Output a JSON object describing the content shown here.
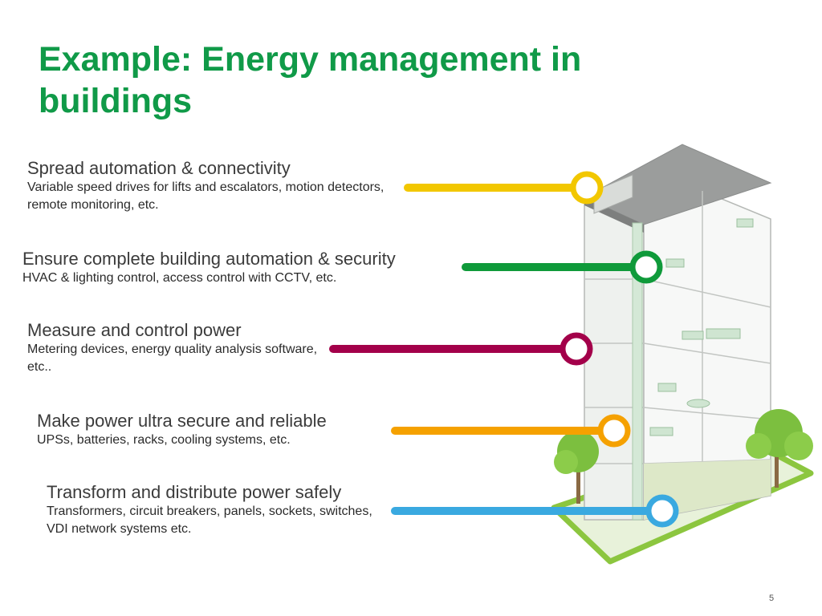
{
  "slide": {
    "title": "Example: Energy management in buildings",
    "page_number": "5"
  },
  "items": [
    {
      "heading": "Spread automation & connectivity",
      "desc": "Variable speed drives for lifts and escalators, motion detectors, remote monitoring, etc.",
      "color": "#f2c700"
    },
    {
      "heading": "Ensure complete building automation & security",
      "desc": "HVAC & lighting control, access control with CCTV, etc.",
      "color": "#0f9a3a"
    },
    {
      "heading": "Measure and control power",
      "desc": "Metering devices, energy quality analysis software, etc..",
      "color": "#a3004a"
    },
    {
      "heading": "Make power ultra secure and reliable",
      "desc": "UPSs, batteries, racks, cooling systems, etc.",
      "color": "#f5a100"
    },
    {
      "heading": "Transform and distribute power safely",
      "desc": "Transformers, circuit breakers, panels, sockets, switches, VDI network systems etc.",
      "color": "#3aa9e0"
    }
  ]
}
